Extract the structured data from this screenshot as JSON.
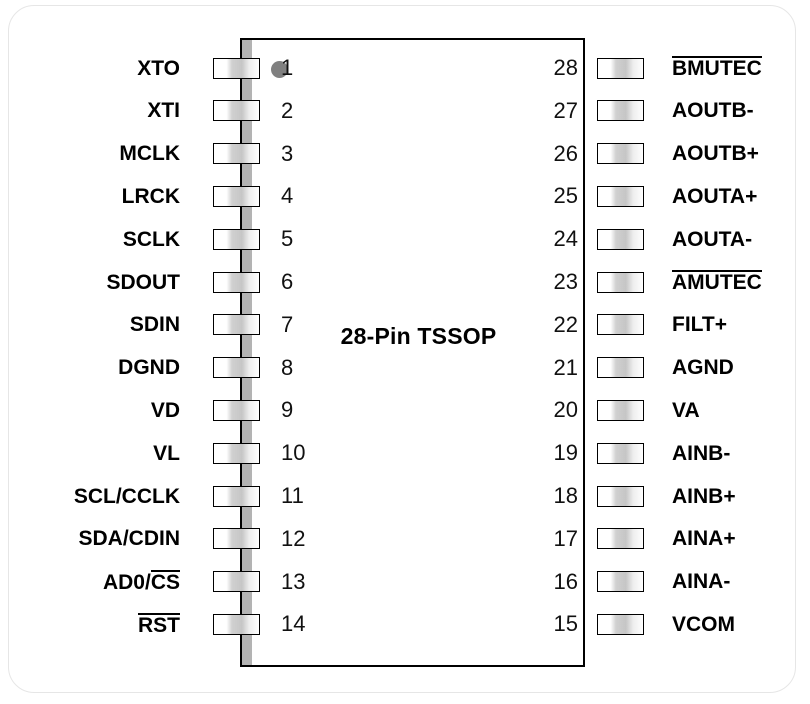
{
  "diagram": {
    "package_label": "28-Pin TSSOP",
    "pin1_indicator": "pin-1-dot",
    "colors": {
      "body_outline": "#000000",
      "body_fill": "#ffffff",
      "bevel": "#b3b3b3",
      "pin1_dot": "#808080",
      "lead_metal": "#c6c6c6",
      "frame_border": "#e6e6e6"
    },
    "left_pins": [
      {
        "num": "1",
        "label": "XTO",
        "overline": "none"
      },
      {
        "num": "2",
        "label": "XTI",
        "overline": "none"
      },
      {
        "num": "3",
        "label": "MCLK",
        "overline": "none"
      },
      {
        "num": "4",
        "label": "LRCK",
        "overline": "none"
      },
      {
        "num": "5",
        "label": "SCLK",
        "overline": "none"
      },
      {
        "num": "6",
        "label": "SDOUT",
        "overline": "none"
      },
      {
        "num": "7",
        "label": "SDIN",
        "overline": "none"
      },
      {
        "num": "8",
        "label": "DGND",
        "overline": "none"
      },
      {
        "num": "9",
        "label": "VD",
        "overline": "none"
      },
      {
        "num": "10",
        "label": "VL",
        "overline": "none"
      },
      {
        "num": "11",
        "label": "SCL/CCLK",
        "overline": "none"
      },
      {
        "num": "12",
        "label": "SDA/CDIN",
        "overline": "none"
      },
      {
        "num": "13",
        "label": "AD0/CS",
        "overline": "partial",
        "plain": "AD0/",
        "barred": "CS"
      },
      {
        "num": "14",
        "label": "RST",
        "overline": "full",
        "plain": "",
        "barred": "RST"
      }
    ],
    "right_pins": [
      {
        "num": "28",
        "label": "BMUTEC",
        "overline": "full",
        "plain": "",
        "barred": "BMUTEC"
      },
      {
        "num": "27",
        "label": "AOUTB-",
        "overline": "none"
      },
      {
        "num": "26",
        "label": "AOUTB+",
        "overline": "none"
      },
      {
        "num": "25",
        "label": "AOUTA+",
        "overline": "none"
      },
      {
        "num": "24",
        "label": "AOUTA-",
        "overline": "none"
      },
      {
        "num": "23",
        "label": "AMUTEC",
        "overline": "full",
        "plain": "",
        "barred": "AMUTEC"
      },
      {
        "num": "22",
        "label": "FILT+",
        "overline": "none"
      },
      {
        "num": "21",
        "label": "AGND",
        "overline": "none"
      },
      {
        "num": "20",
        "label": "VA",
        "overline": "none"
      },
      {
        "num": "19",
        "label": "AINB-",
        "overline": "none"
      },
      {
        "num": "18",
        "label": "AINB+",
        "overline": "none"
      },
      {
        "num": "17",
        "label": "AINA+",
        "overline": "none"
      },
      {
        "num": "16",
        "label": "AINA-",
        "overline": "none"
      },
      {
        "num": "15",
        "label": "VCOM",
        "overline": "none"
      }
    ]
  }
}
